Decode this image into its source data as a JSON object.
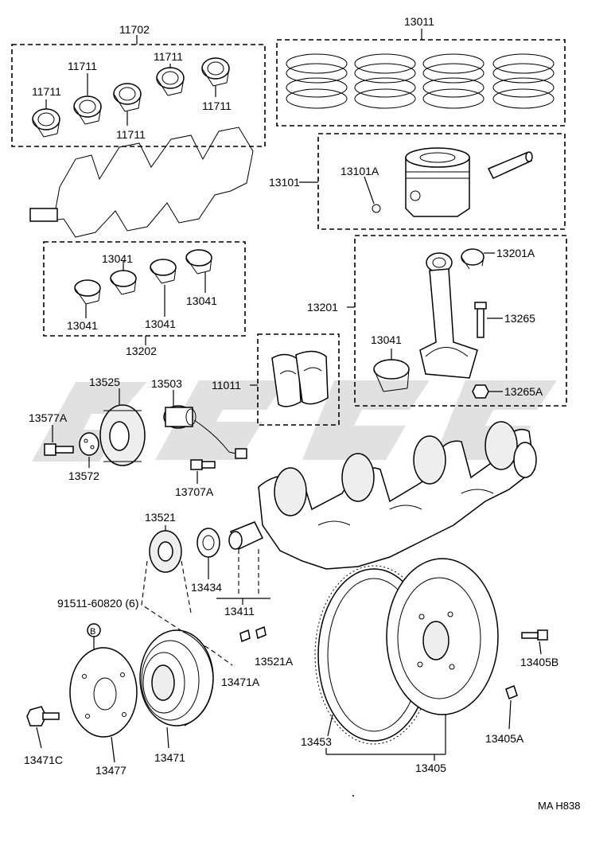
{
  "labels": {
    "p11702": "11702",
    "p11711_a": "11711",
    "p11711_b": "11711",
    "p11711_c": "11711",
    "p11711_d": "11711",
    "p11711_e": "11711",
    "p13011": "13011",
    "p13101": "13101",
    "p13101A": "13101A",
    "p13041_a": "13041",
    "p13041_b": "13041",
    "p13041_c": "13041",
    "p13041_d": "13041",
    "p13041_e": "13041",
    "p13202": "13202",
    "p13201": "13201",
    "p13201A": "13201A",
    "p13265": "13265",
    "p13265A": "13265A",
    "p11011": "11011",
    "p13525": "13525",
    "p13503": "13503",
    "p13577A": "13577A",
    "p13572": "13572",
    "p13707A": "13707A",
    "p13521": "13521",
    "p13434": "13434",
    "p13411": "13411",
    "p91511": "91511-60820 (6)",
    "p13521A": "13521A",
    "p13471A": "13471A",
    "p13405B": "13405B",
    "p13471C": "13471C",
    "p13477": "13477",
    "p13471": "13471",
    "p13453": "13453",
    "p13405": "13405",
    "p13405A": "13405A",
    "bolt_marker": "B"
  },
  "footer": {
    "code": "MA  H838"
  },
  "watermark": {
    "color": "#c9c9c9"
  }
}
